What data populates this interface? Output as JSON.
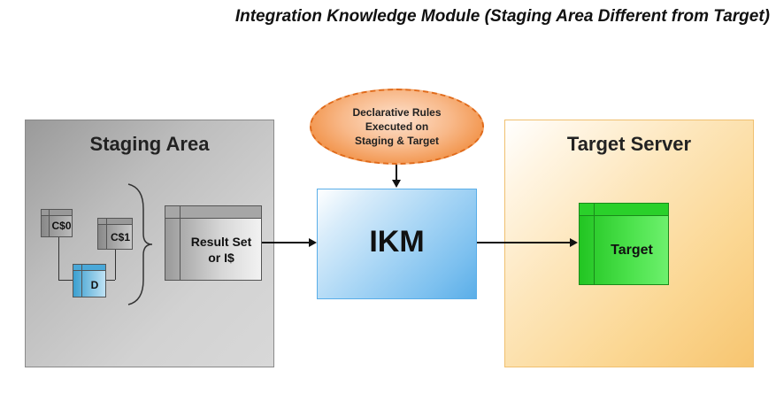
{
  "title": "Integration Knowledge Module (Staging Area Different from Target)",
  "staging_area": {
    "label": "Staging Area",
    "tables": {
      "c0": "C$0",
      "c1": "C$1",
      "d": "D",
      "result_line1": "Result Set",
      "result_line2": "or I$"
    }
  },
  "ikm": {
    "label": "IKM"
  },
  "rules": {
    "line1": "Declarative Rules",
    "line2": "Executed on",
    "line3": "Staging & Target"
  },
  "target_server": {
    "label": "Target Server",
    "table": "Target"
  },
  "colors": {
    "staging": "#bdbdbd",
    "ikm": "#7cc0ef",
    "rules_oval": "#f08a3a",
    "target_server": "#fbd793",
    "target_table": "#22dd22"
  }
}
